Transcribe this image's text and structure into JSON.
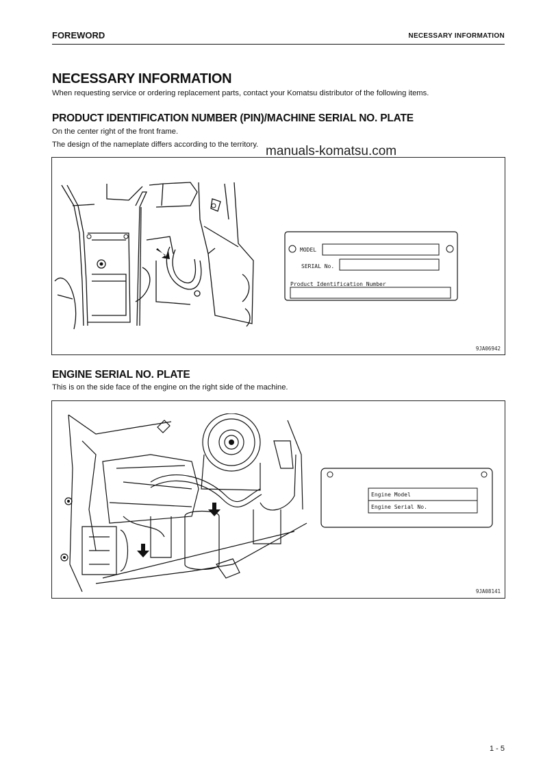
{
  "header": {
    "left": "FOREWORD",
    "right": "NECESSARY INFORMATION"
  },
  "title": "NECESSARY INFORMATION",
  "intro": "When requesting service or ordering replacement parts, contact your Komatsu distributor of the following items.",
  "watermark": "manuals-komatsu.com",
  "pin_section": {
    "heading": "PRODUCT IDENTIFICATION NUMBER (PIN)/MACHINE SERIAL NO. PLATE",
    "line1": "On the center right of the front frame.",
    "line2": "The design of the nameplate differs according to the territory.",
    "figure_code": "9JA06942",
    "plate": {
      "model_label": "MODEL",
      "serial_label": "SERIAL No.",
      "pin_label": "Product Identification Number"
    }
  },
  "engine_section": {
    "heading": "ENGINE SERIAL NO. PLATE",
    "line1": "This is on the side face of the engine on the right side of the machine.",
    "figure_code": "9JA08141",
    "plate": {
      "model_label": "Engine Model",
      "serial_label": "Engine Serial No."
    }
  },
  "page_number": "1 - 5"
}
